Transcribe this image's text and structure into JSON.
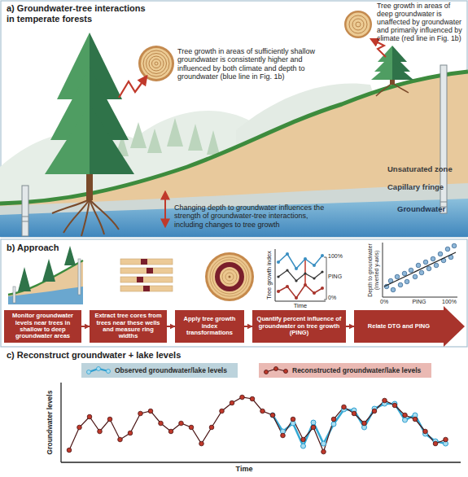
{
  "diagram": {
    "nodes": [
      {
        "text": [
          "Monitor groundwater levels near trees in shallow to deep groundwater areas"
        ]
      },
      {
        "text": [
          "Extract tree cores from trees near these wells and measure ring widths"
        ]
      },
      {
        "text": [
          "Apply tree growth index transformations"
        ]
      },
      {
        "text": [
          "Quantify percent influence of groundwater on tree growth (PING)"
        ]
      },
      {
        "text": [
          "Relate DTG and PING"
        ]
      }
    ],
    "edges": [
      {
        "from": 0,
        "to": 1,
        "arrow": "to"
      },
      {
        "from": 1,
        "to": 2,
        "arrow": "to"
      },
      {
        "from": 2,
        "to": 3,
        "arrow": "to"
      },
      {
        "from": 3,
        "to": 4,
        "arrow": "to"
      }
    ],
    "labels": [
      "a) Groundwater-tree interactions in temperate forests",
      "Tree growth in areas of sufficiently shallow groundwater is consistently higher and influenced by both climate and depth to groundwater (blue line in Fig. 1b)",
      "Tree growth in areas of deep groundwater is unaffected by groundwater and primarily influenced by climate (red line in Fig. 1b)",
      "Unsaturated zone",
      "Capillary fringe",
      "Groundwater",
      "Changing depth to groundwater influences the strength of groundwater-tree interactions, including changes to tree growth",
      "b) Approach",
      "Tree growth index",
      "100%",
      "PING",
      "0%",
      "Time",
      "Depth to groundwater (inverted y-axis)",
      "0%",
      "PING",
      "100%",
      "c) Reconstruct groundwater + lake levels",
      "Groundwater levels",
      "Time"
    ],
    "legend": [
      {
        "text": "Observed groundwater/lake levels"
      },
      {
        "text": "Reconstructed groundwater/lake levels"
      }
    ]
  }
}
